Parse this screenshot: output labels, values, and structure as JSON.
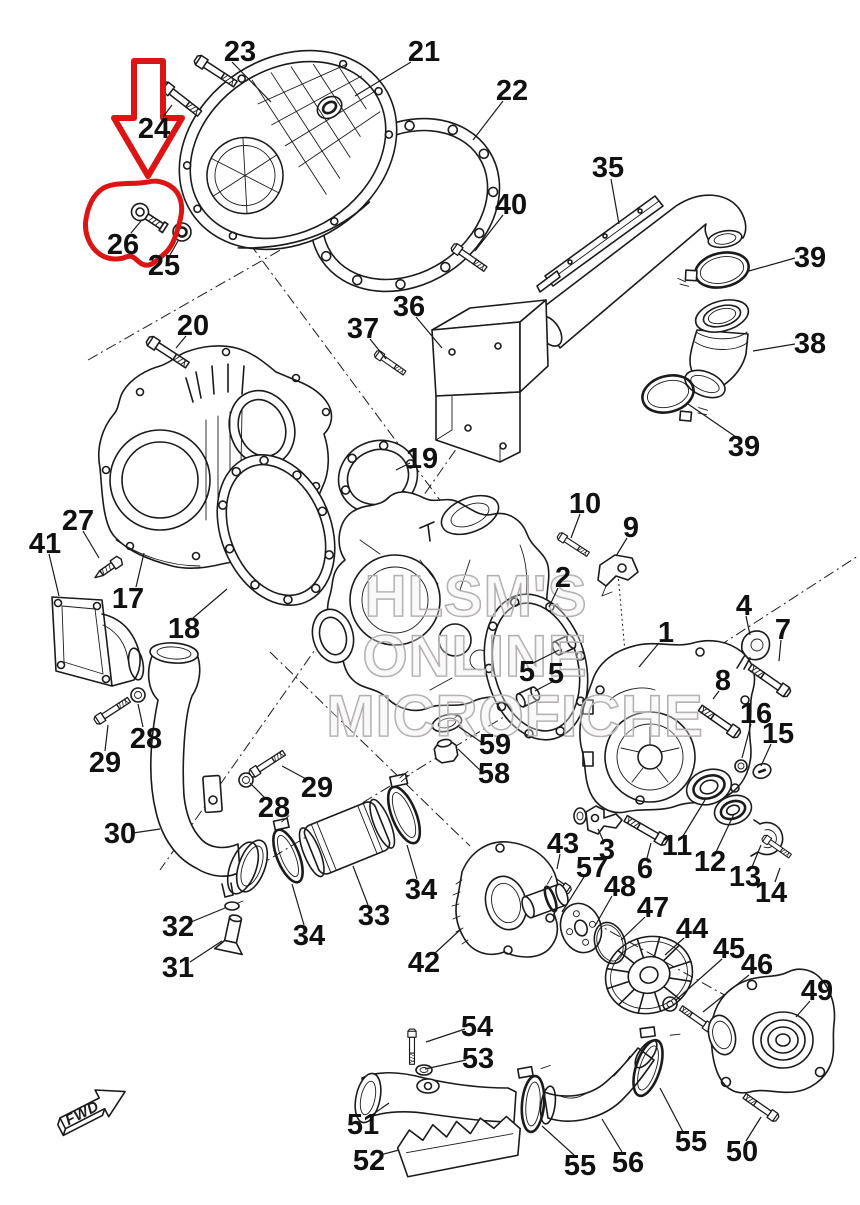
{
  "diagram": {
    "title": "exploded-parts-diagram-crankcase-cover",
    "bg": "#ffffff",
    "ink": "#1b1b1b",
    "watermark": {
      "line1": "HLSM'S",
      "line2": "ONLINE",
      "line3": "MICROFICHE",
      "color": "#aba7a7"
    },
    "fwd": {
      "label": "FWD"
    },
    "annotation": {
      "color": "#dc1414",
      "shapes": [
        "highlight-down-arrow",
        "highlight-freehand-circle"
      ],
      "highlighted_part": "26"
    },
    "labels": [
      [
        "23",
        240,
        51,
        232,
        62,
        271,
        102
      ],
      [
        "21",
        424,
        51,
        411,
        62,
        355,
        96
      ],
      [
        "22",
        512,
        90,
        503,
        101,
        473,
        140
      ],
      [
        "24",
        154,
        128,
        163,
        117,
        172,
        105
      ],
      [
        "35",
        608,
        167,
        611,
        179,
        619,
        224
      ],
      [
        "40",
        511,
        204,
        503,
        215,
        475,
        251
      ],
      [
        "39",
        810,
        257,
        795,
        258,
        749,
        271
      ],
      [
        "26",
        123,
        244,
        131,
        233,
        141,
        221
      ],
      [
        "25",
        164,
        265,
        170,
        255,
        178,
        241
      ],
      [
        "36",
        409,
        306,
        416,
        317,
        442,
        348
      ],
      [
        "20",
        193,
        325,
        186,
        336,
        176,
        348
      ],
      [
        "37",
        363,
        328,
        370,
        339,
        386,
        359
      ],
      [
        "38",
        810,
        343,
        795,
        344,
        753,
        351
      ],
      [
        "39",
        744,
        446,
        736,
        437,
        688,
        404
      ],
      [
        "19",
        422,
        458,
        410,
        463,
        396,
        470
      ],
      [
        "10",
        585,
        503,
        580,
        514,
        571,
        538
      ],
      [
        "27",
        78,
        520,
        83,
        531,
        99,
        558
      ],
      [
        "9",
        631,
        527,
        627,
        538,
        616,
        556
      ],
      [
        "41",
        45,
        543,
        49,
        554,
        59,
        596
      ],
      [
        "2",
        563,
        577,
        558,
        588,
        549,
        607
      ],
      [
        "17",
        128,
        598,
        136,
        587,
        144,
        553
      ],
      [
        "4",
        744,
        605,
        746,
        616,
        750,
        635
      ],
      [
        "7",
        783,
        629,
        781,
        640,
        779,
        661
      ],
      [
        "18",
        184,
        628,
        193,
        618,
        227,
        589
      ],
      [
        "1",
        666,
        632,
        659,
        643,
        639,
        667
      ],
      [
        "5",
        527,
        671,
        533,
        663,
        559,
        650
      ],
      [
        "5",
        556,
        673,
        552,
        682,
        535,
        691
      ],
      [
        "8",
        723,
        680,
        719,
        691,
        713,
        699
      ],
      [
        "16",
        756,
        713,
        751,
        724,
        742,
        758
      ],
      [
        "15",
        778,
        733,
        771,
        744,
        761,
        766
      ],
      [
        "28",
        146,
        738,
        143,
        727,
        138,
        704
      ],
      [
        "59",
        495,
        744,
        484,
        744,
        459,
        727
      ],
      [
        "29",
        105,
        762,
        105,
        751,
        108,
        725
      ],
      [
        "58",
        494,
        773,
        483,
        773,
        458,
        749
      ],
      [
        "29",
        317,
        787,
        308,
        780,
        282,
        766
      ],
      [
        "28",
        274,
        807,
        266,
        799,
        250,
        783
      ],
      [
        "30",
        120,
        833,
        133,
        833,
        160,
        829
      ],
      [
        "11",
        677,
        845,
        683,
        836,
        705,
        800
      ],
      [
        "43",
        563,
        843,
        560,
        854,
        557,
        869
      ],
      [
        "3",
        607,
        849,
        603,
        840,
        598,
        829
      ],
      [
        "12",
        710,
        861,
        716,
        852,
        734,
        814
      ],
      [
        "57",
        592,
        867,
        584,
        877,
        562,
        912
      ],
      [
        "6",
        645,
        868,
        647,
        858,
        651,
        843
      ],
      [
        "13",
        745,
        876,
        752,
        867,
        761,
        845
      ],
      [
        "48",
        620,
        886,
        612,
        896,
        595,
        926
      ],
      [
        "34",
        421,
        889,
        417,
        879,
        407,
        845
      ],
      [
        "14",
        771,
        892,
        775,
        882,
        780,
        868
      ],
      [
        "47",
        653,
        907,
        645,
        917,
        621,
        940
      ],
      [
        "33",
        374,
        915,
        368,
        905,
        353,
        866
      ],
      [
        "32",
        178,
        926,
        191,
        922,
        225,
        908
      ],
      [
        "44",
        692,
        928,
        684,
        938,
        665,
        955
      ],
      [
        "34",
        309,
        935,
        304,
        925,
        292,
        884
      ],
      [
        "45",
        729,
        948,
        722,
        959,
        676,
        1000
      ],
      [
        "42",
        424,
        962,
        434,
        954,
        461,
        929
      ],
      [
        "46",
        757,
        964,
        749,
        975,
        703,
        1012
      ],
      [
        "31",
        178,
        967,
        190,
        962,
        222,
        941
      ],
      [
        "49",
        817,
        990,
        810,
        1001,
        796,
        1017
      ],
      [
        "54",
        477,
        1026,
        465,
        1029,
        426,
        1042
      ],
      [
        "53",
        478,
        1058,
        466,
        1060,
        425,
        1069
      ],
      [
        "51",
        363,
        1124,
        372,
        1115,
        389,
        1103
      ],
      [
        "52",
        369,
        1160,
        380,
        1155,
        399,
        1150
      ],
      [
        "55",
        580,
        1165,
        574,
        1155,
        542,
        1126
      ],
      [
        "56",
        628,
        1162,
        622,
        1152,
        602,
        1119
      ],
      [
        "55",
        691,
        1141,
        683,
        1132,
        660,
        1088
      ],
      [
        "50",
        742,
        1151,
        746,
        1141,
        761,
        1117
      ]
    ]
  }
}
